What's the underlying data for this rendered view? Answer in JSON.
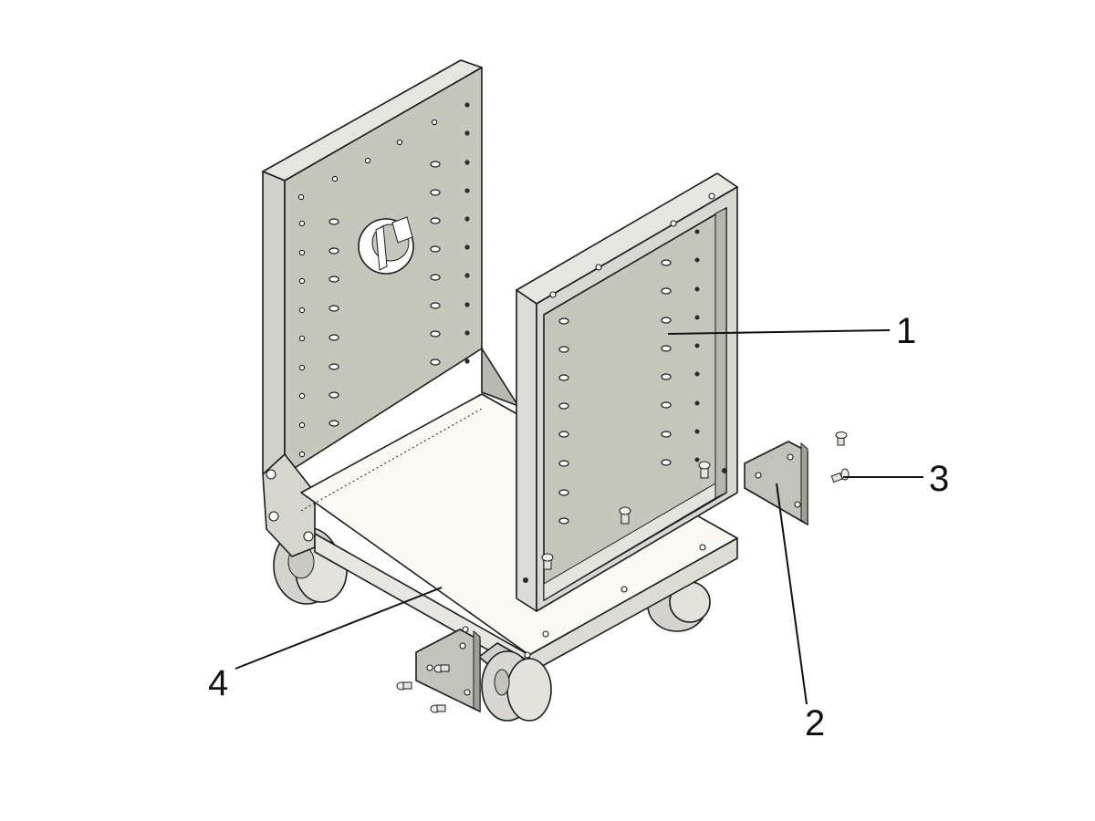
{
  "diagram": {
    "callouts": [
      {
        "id": "1",
        "label": "1"
      },
      {
        "id": "2",
        "label": "2"
      },
      {
        "id": "3",
        "label": "3"
      },
      {
        "id": "4",
        "label": "4"
      }
    ]
  },
  "colors": {
    "panel": "#c5c6bc",
    "panel_side": "#b8b9b0",
    "frame_light": "#e6e6e1",
    "frame_mid": "#d8d8d2",
    "floor": "#fbf9f3",
    "wheel": "#d7d6d1",
    "line": "#111111"
  }
}
